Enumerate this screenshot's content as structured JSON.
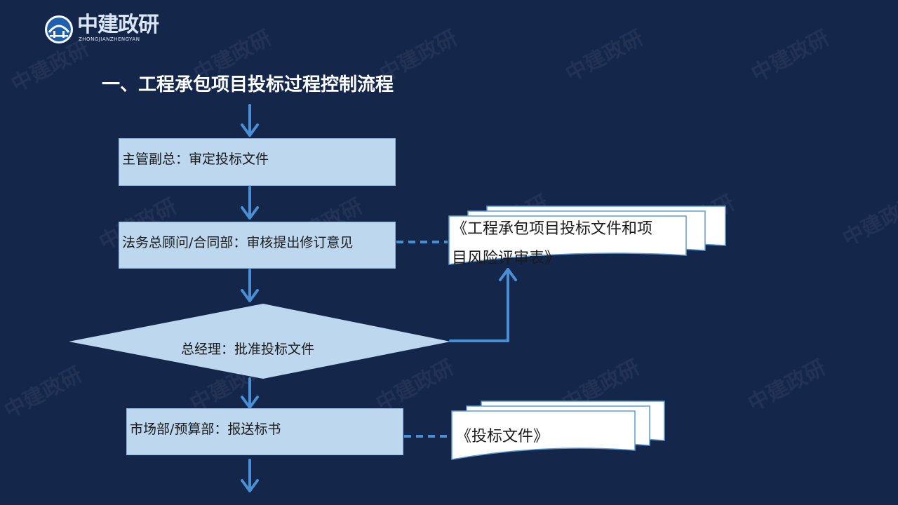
{
  "logo": {
    "name": "中建政研",
    "subtitle": "ZHONGJIANZHENGYAN"
  },
  "watermark_text": "中建政研",
  "title": "一、工程承包项目投标过程控制流程",
  "flow": {
    "step1": "主管副总：审定投标文件",
    "step2": "法务总顾问/合同部：审核提出修订意见",
    "decision": "总经理：批准投标文件",
    "step3": "市场部/预算部：报送标书"
  },
  "documents": {
    "doc1_line1": "《工程承包项目投标文件和项",
    "doc1_line2": "目风险评审表》",
    "doc2": "《投标文件》"
  },
  "colors": {
    "background": "#14264a",
    "box_fill": "#bdd7ee",
    "arrow": "#4a8fd4"
  }
}
